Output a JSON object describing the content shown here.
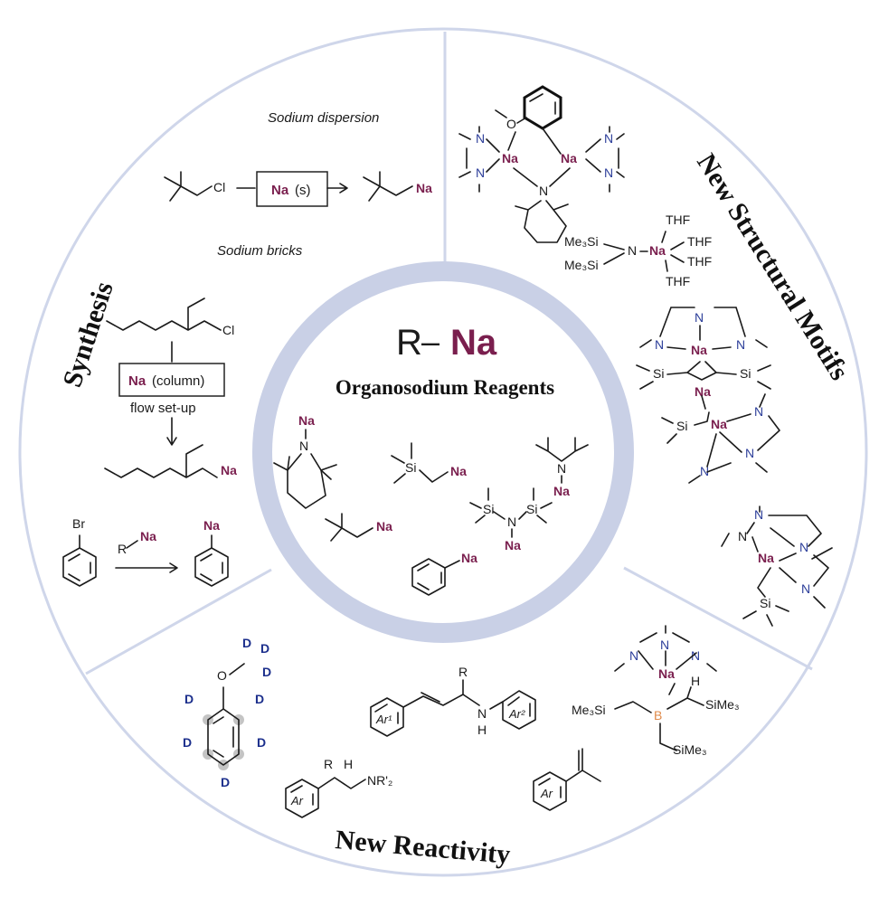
{
  "sections": {
    "synthesis": "Synthesis",
    "structural": "New Structural Motifs",
    "reactivity": "New Reactivity"
  },
  "center": {
    "r": "R",
    "dash": "–",
    "na": "Na",
    "title": "Organosodium Reagents"
  },
  "synthesis": {
    "dispersion_label": "Sodium dispersion",
    "na_s_na": "Na",
    "na_s_rest": "(s)",
    "cl": "Cl",
    "na": "Na",
    "bricks_label": "Sodium bricks",
    "column_na": "Na",
    "column_rest": "(column)",
    "flow": "flow set-up",
    "br": "Br",
    "r": "R"
  },
  "labels": {
    "n": "N",
    "o": "O",
    "si": "Si",
    "na": "Na",
    "thf": "THF",
    "me3si": "Me₃Si",
    "simes": "SiMe₃",
    "d": "D",
    "b": "B",
    "h": "H",
    "r": "R",
    "nh": "N",
    "ar": "Ar",
    "ar1": "Ar¹",
    "ar2": "Ar²",
    "nr2": "NR'₂"
  },
  "colors": {
    "ring": "#cfd6ea",
    "center_ring": "#c9d0e6",
    "sodium": "#7a1f4e",
    "nitrogen": "#2c3e9a",
    "deuterium": "#1c2f8c",
    "boron": "#e08a4a"
  }
}
